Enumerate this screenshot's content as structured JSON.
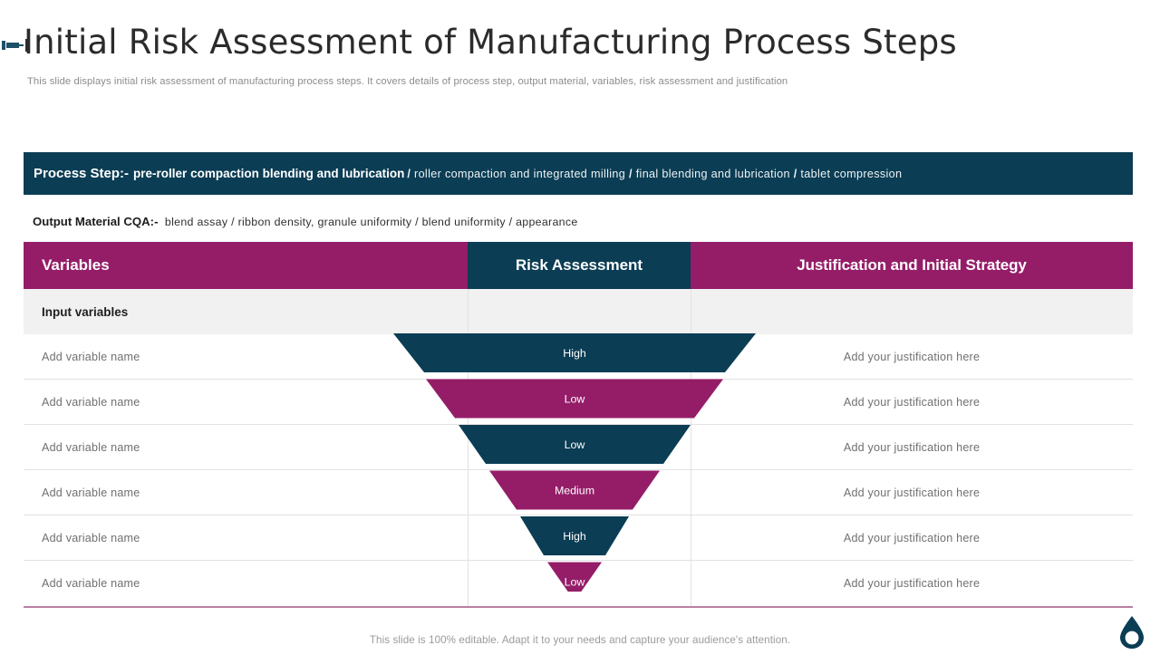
{
  "header": {
    "title": "Initial Risk Assessment of Manufacturing Process Steps",
    "subtitle": "This slide displays initial risk assessment of manufacturing process steps. It covers details of process step, output material, variables, risk assessment and justification",
    "bullet_icon": "arrow-pin-icon"
  },
  "process_step": {
    "label": "Process Step:-",
    "primary": "pre-roller compaction blending and lubrication",
    "rest_items": [
      "roller  compaction and integrated milling",
      "final  blending  and lubrication",
      "tablet compression"
    ],
    "separator": "/"
  },
  "output_material": {
    "label": "Output Material CQA:-",
    "value": "blend  assay / ribbon  density, granule  uniformity / blend  uniformity  / appearance"
  },
  "table": {
    "columns": [
      {
        "key": "variables",
        "label": "Variables"
      },
      {
        "key": "risk_assessment",
        "label": "Risk Assessment"
      },
      {
        "key": "justification",
        "label": "Justification and Initial Strategy"
      }
    ],
    "section_label": "Input variables",
    "rows": [
      {
        "variable": "Add variable  name",
        "risk": "High",
        "justification": "Add your justification here"
      },
      {
        "variable": "Add variable  name",
        "risk": "Low",
        "justification": "Add your justification here"
      },
      {
        "variable": "Add variable  name",
        "risk": "Low",
        "justification": "Add your justification here"
      },
      {
        "variable": "Add variable  name",
        "risk": "Medium",
        "justification": "Add your justification here"
      },
      {
        "variable": "Add variable  name",
        "risk": "High",
        "justification": "Add your justification here"
      },
      {
        "variable": "Add variable  name",
        "risk": "Low",
        "justification": "Add your justification here"
      }
    ]
  },
  "chart_data": {
    "type": "funnel",
    "title": "Risk Assessment",
    "orientation": "inverted-triangle",
    "segments": [
      {
        "label": "High",
        "color": "#0b3d54",
        "top_width_pct": 100,
        "bottom_width_pct": 83
      },
      {
        "label": "Low",
        "color": "#951d68",
        "top_width_pct": 82,
        "bottom_width_pct": 66
      },
      {
        "label": "Low",
        "color": "#0b3d54",
        "top_width_pct": 64,
        "bottom_width_pct": 49
      },
      {
        "label": "Medium",
        "color": "#951d68",
        "top_width_pct": 47,
        "bottom_width_pct": 32
      },
      {
        "label": "High",
        "color": "#0b3d54",
        "top_width_pct": 30,
        "bottom_width_pct": 17
      },
      {
        "label": "Low",
        "color": "#951d68",
        "top_width_pct": 15,
        "bottom_width_pct": 0
      }
    ]
  },
  "colors": {
    "dark_blue": "#0b3d54",
    "magenta": "#951d68",
    "section_gray": "#f1f1f1",
    "body_text": "#707070",
    "rule": "#b97fa4"
  },
  "footer": {
    "note": "This slide is 100% editable. Adapt it to your needs and capture your audience's attention.",
    "logo": "water-droplet-logo"
  }
}
